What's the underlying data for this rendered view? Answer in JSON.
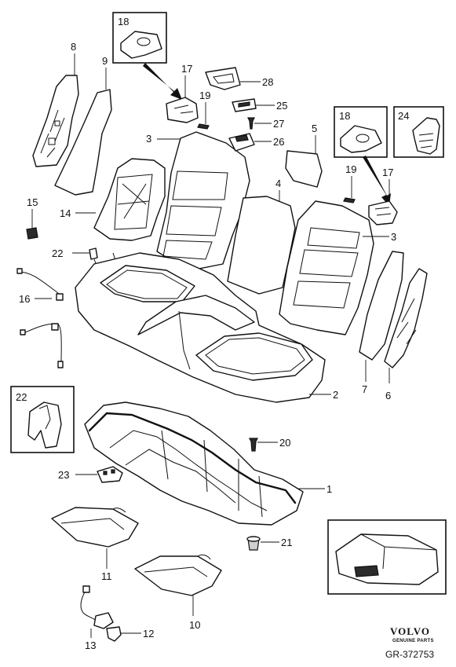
{
  "callouts": {
    "c1": "1",
    "c2": "2",
    "c3a": "3",
    "c3b": "3",
    "c4": "4",
    "c5": "5",
    "c6": "6",
    "c7": "7",
    "c8": "8",
    "c9": "9",
    "c10": "10",
    "c11": "11",
    "c12": "12",
    "c13": "13",
    "c14": "14",
    "c15": "15",
    "c16": "16",
    "c17a": "17",
    "c17b": "17",
    "c18a": "18",
    "c18b": "18",
    "c19a": "19",
    "c19b": "19",
    "c20": "20",
    "c21": "21",
    "c22a": "22",
    "c22b": "22",
    "c23": "23",
    "c24": "24",
    "c25": "25",
    "c26": "26",
    "c27": "27",
    "c28": "28"
  },
  "branding": {
    "brand": "VOLVO",
    "tagline": "GENUINE PARTS"
  },
  "reference": "GR-372753"
}
